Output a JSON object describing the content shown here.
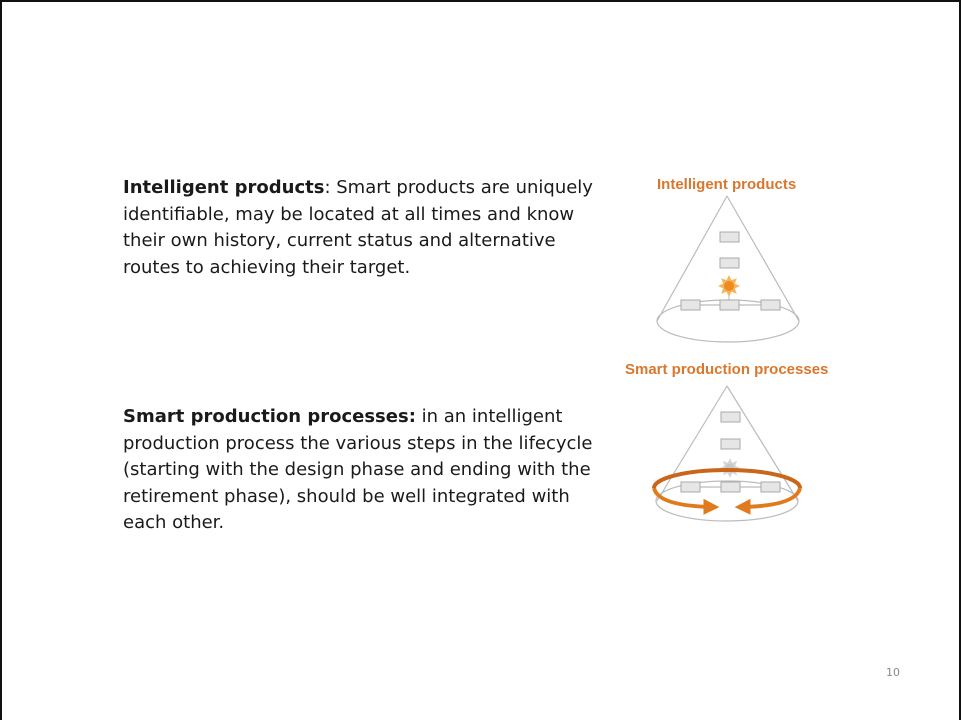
{
  "paragraphs": [
    {
      "term": "Intelligent products",
      "separator": ":",
      "text": " Smart products are uniquely identifiable, may be located at all times and know their own history, current status and alternative routes to achieving their target."
    },
    {
      "term": "Smart production processes:",
      "separator": "",
      "text": " in an intelligent production process the various steps in the lifecycle (starting with the design phase and ending with the retirement phase), should be well integrated with each other."
    }
  ],
  "figures": [
    {
      "title": "Intelligent products"
    },
    {
      "title": "Smart production processes"
    }
  ],
  "colors": {
    "accent": "#d9782d",
    "cone_outline": "#bbbbbb",
    "box_fill": "#e6e6e6",
    "box_stroke": "#aaaaaa",
    "star_active": "#f08a1c",
    "star_inactive": "#c8c8c8"
  },
  "icons": {
    "figure_1": [
      "cone-icon",
      "box-icon",
      "starburst-icon"
    ],
    "figure_2": [
      "cone-icon",
      "box-icon",
      "starburst-icon",
      "circular-arrow-icon"
    ]
  },
  "page_number": "10"
}
